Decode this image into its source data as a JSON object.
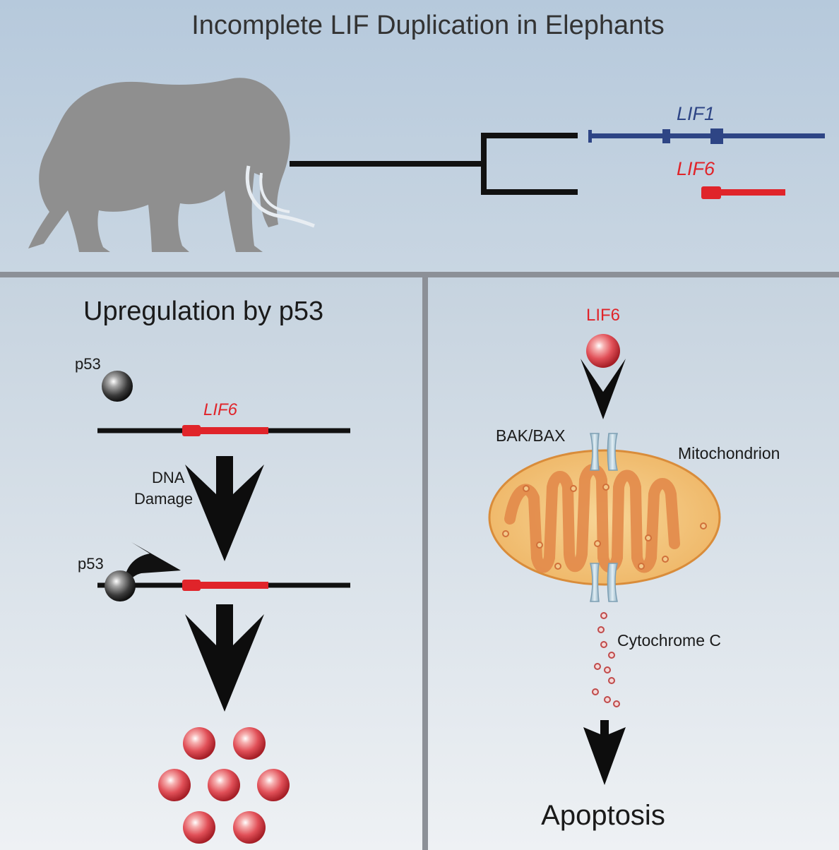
{
  "top_panel": {
    "title": "Incomplete LIF Duplication in Elephants",
    "genes": [
      {
        "label": "LIF1",
        "color": "#2e4585"
      },
      {
        "label": "LIF6",
        "color": "#e0242a"
      }
    ]
  },
  "left_panel": {
    "title": "Upregulation by p53",
    "p53_label_top": "p53",
    "gene_label": "LIF6",
    "damage_label_line1": "DNA",
    "damage_label_line2": "Damage",
    "p53_label_bottom": "p53"
  },
  "right_panel": {
    "lif6_label": "LIF6",
    "pore_label": "BAK/BAX",
    "organelle_label": "Mitochondrion",
    "release_label": "Cytochrome C",
    "outcome_label": "Apoptosis"
  },
  "colors": {
    "lif1_blue": "#2e4585",
    "lif6_red": "#e0242a",
    "divider": "#8c9097",
    "silhouette": "#8f8f8f",
    "mito_fill": "#f1be6e",
    "mito_stroke": "#d98c3a"
  }
}
